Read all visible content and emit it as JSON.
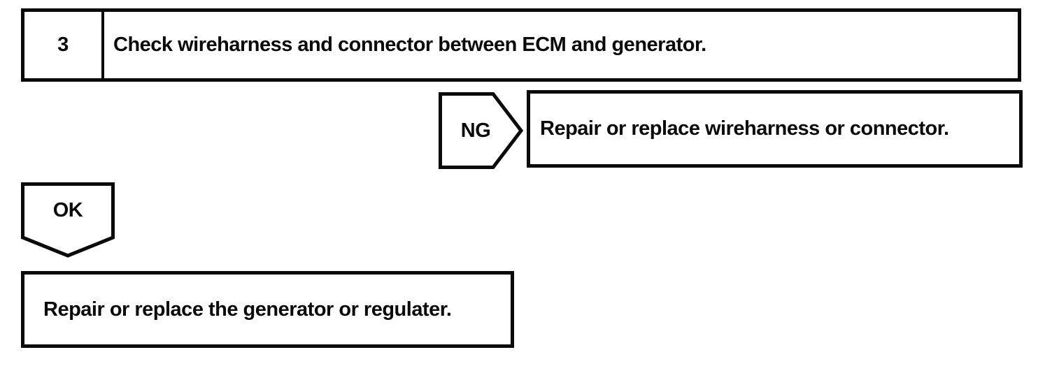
{
  "page": {
    "background_color": "#ffffff",
    "ink_color": "#0a0a0a",
    "kind": "diagnostic-flowchart"
  },
  "flowchart": {
    "step": {
      "number": "3",
      "instruction": "Check wireharness and connector between ECM and generator."
    },
    "ng_branch": {
      "connector_label": "NG",
      "action": "Repair or replace wireharness or connector."
    },
    "ok_branch": {
      "connector_label": "OK",
      "action": "Repair or replace the generator or regulater."
    }
  }
}
